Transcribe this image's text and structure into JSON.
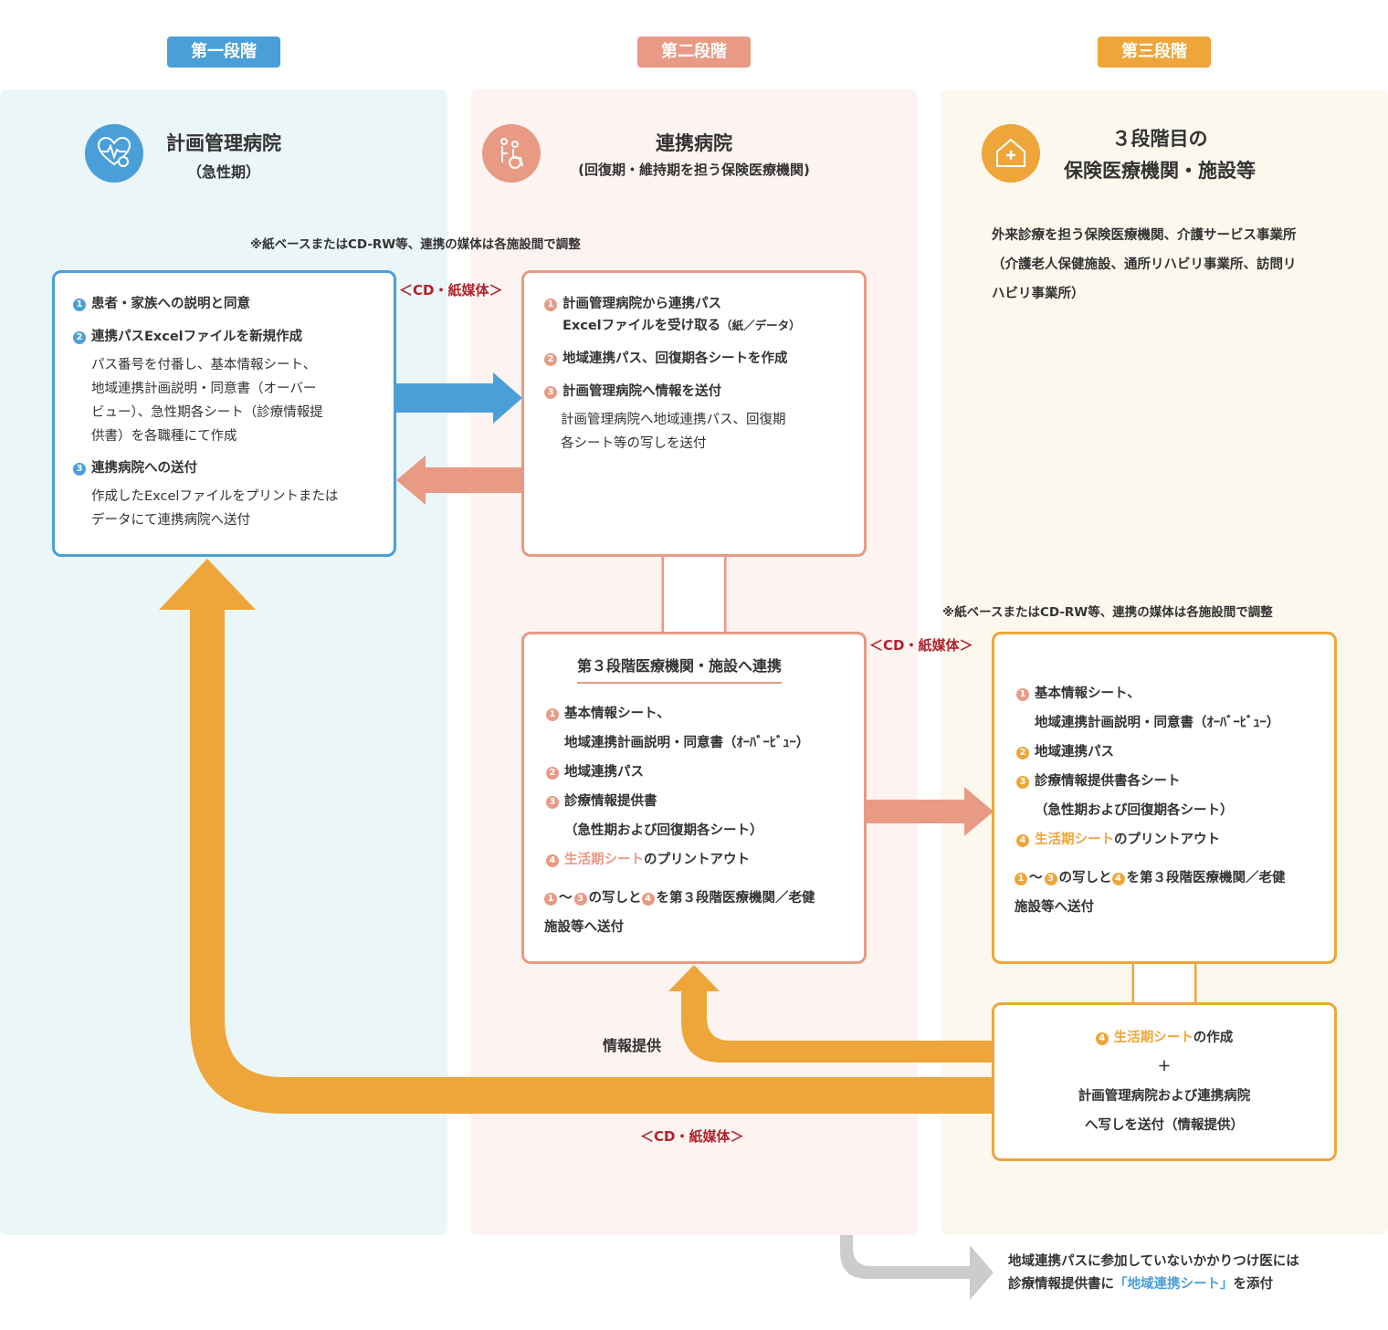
{
  "colors": {
    "blue": "#4a9fd9",
    "salmon": "#e89a84",
    "orange": "#eea63a",
    "dark_red": "#b0232c",
    "gray": "#cccccc",
    "bg_blue": "#ebf6f8",
    "bg_pink": "#fdf4f1",
    "bg_cream": "#fcf8ee"
  },
  "stages": [
    {
      "label": "第一段階",
      "color": "#4a9fd9"
    },
    {
      "label": "第二段階",
      "color": "#e89a84"
    },
    {
      "label": "第三段階",
      "color": "#eea63a"
    }
  ],
  "columns": {
    "col1": {
      "title": "計画管理病院",
      "subtitle": "（急性期）",
      "icon": "heart-monitor-icon"
    },
    "col2": {
      "title": "連携病院",
      "subtitle": "(回復期・維持期を担う保険医療機関)",
      "icon": "wheelchair-icon"
    },
    "col3": {
      "title_line1": "３段階目の",
      "title_line2": "保険医療機関・施設等",
      "icon": "house-medical-icon",
      "desc_line1": "外来診療を担う保険医療機関、介護サービス事業所",
      "desc_line2": "（介護老人保健施設、通所リハビリ事業所、訪問リ",
      "desc_line3": "ハビリ事業所）"
    }
  },
  "notes": {
    "media_note": "※紙ベースまたはCD-RW等、連携の媒体は各施設間で調整",
    "media_tag": "＜CD・紙媒体＞",
    "info_provision": "情報提供"
  },
  "box1": {
    "n1": "1",
    "item1": "患者・家族への説明と同意",
    "n2": "2",
    "item2": "連携パスExcelファイルを新規作成",
    "item2_desc1": "パス番号を付番し、基本情報シート、",
    "item2_desc2": "地域連携計画説明・同意書（オーバー",
    "item2_desc3": "ビュー）、急性期各シート（診療情報提",
    "item2_desc4": "供書）を各職種にて作成",
    "n3": "3",
    "item3": "連携病院への送付",
    "item3_desc1": "作成したExcelファイルをプリントまたは",
    "item3_desc2": "データにて連携病院へ送付"
  },
  "box2": {
    "n1": "1",
    "item1_line1": "計画管理病院から連携パス",
    "item1_line2": "Excelファイルを受け取る",
    "item1_suffix": "（紙／データ）",
    "n2": "2",
    "item2": "地域連携パス、回復期各シートを作成",
    "n3": "3",
    "item3": "計画管理病院へ情報を送付",
    "item3_desc1": "計画管理病院へ地域連携パス、回復期",
    "item3_desc2": "各シート等の写しを送付"
  },
  "box3": {
    "title": "第３段階医療機関・施設へ連携",
    "n1": "1",
    "item1_line1": "基本情報シート、",
    "item1_line2": "地域連携計画説明・同意書（ｵｰﾊﾞｰﾋﾞｭｰ）",
    "n2": "2",
    "item2": "地域連携パス",
    "n3": "3",
    "item3_line1": "診療情報提供書",
    "item3_line2": "（急性期および回復期各シート）",
    "n4": "4",
    "item4_highlight": "生活期シート",
    "item4_rest": "のプリントアウト",
    "footer_a": "〜",
    "footer_b": "の写しと",
    "footer_c": "を第３段階医療機関／老健",
    "footer_line2": "施設等へ送付"
  },
  "box4": {
    "n1": "1",
    "item1_line1": "基本情報シート、",
    "item1_line2": "地域連携計画説明・同意書（ｵｰﾊﾞｰﾋﾞｭｰ）",
    "n2": "2",
    "item2": "地域連携パス",
    "n3": "3",
    "item3_line1": "診療情報提供書各シート",
    "item3_line2": "（急性期および回復期各シート）",
    "n4": "4",
    "item4_highlight": "生活期シート",
    "item4_rest": "のプリントアウト",
    "footer_a": "〜",
    "footer_b": "の写しと",
    "footer_c": "を第３段階医療機関／老健",
    "footer_line2": "施設等へ送付"
  },
  "box5": {
    "n4": "4",
    "line1_highlight": "生活期シート",
    "line1_rest": "の作成",
    "plus": "＋",
    "line2": "計画管理病院および連携病院",
    "line3": "へ写しを送付（情報提供）"
  },
  "footer_note": {
    "line1": "地域連携パスに参加していないかかりつけ医には",
    "line2_a": "診療情報提供書に",
    "line2_highlight": "「地域連携シート」",
    "line2_b": "を添付"
  }
}
